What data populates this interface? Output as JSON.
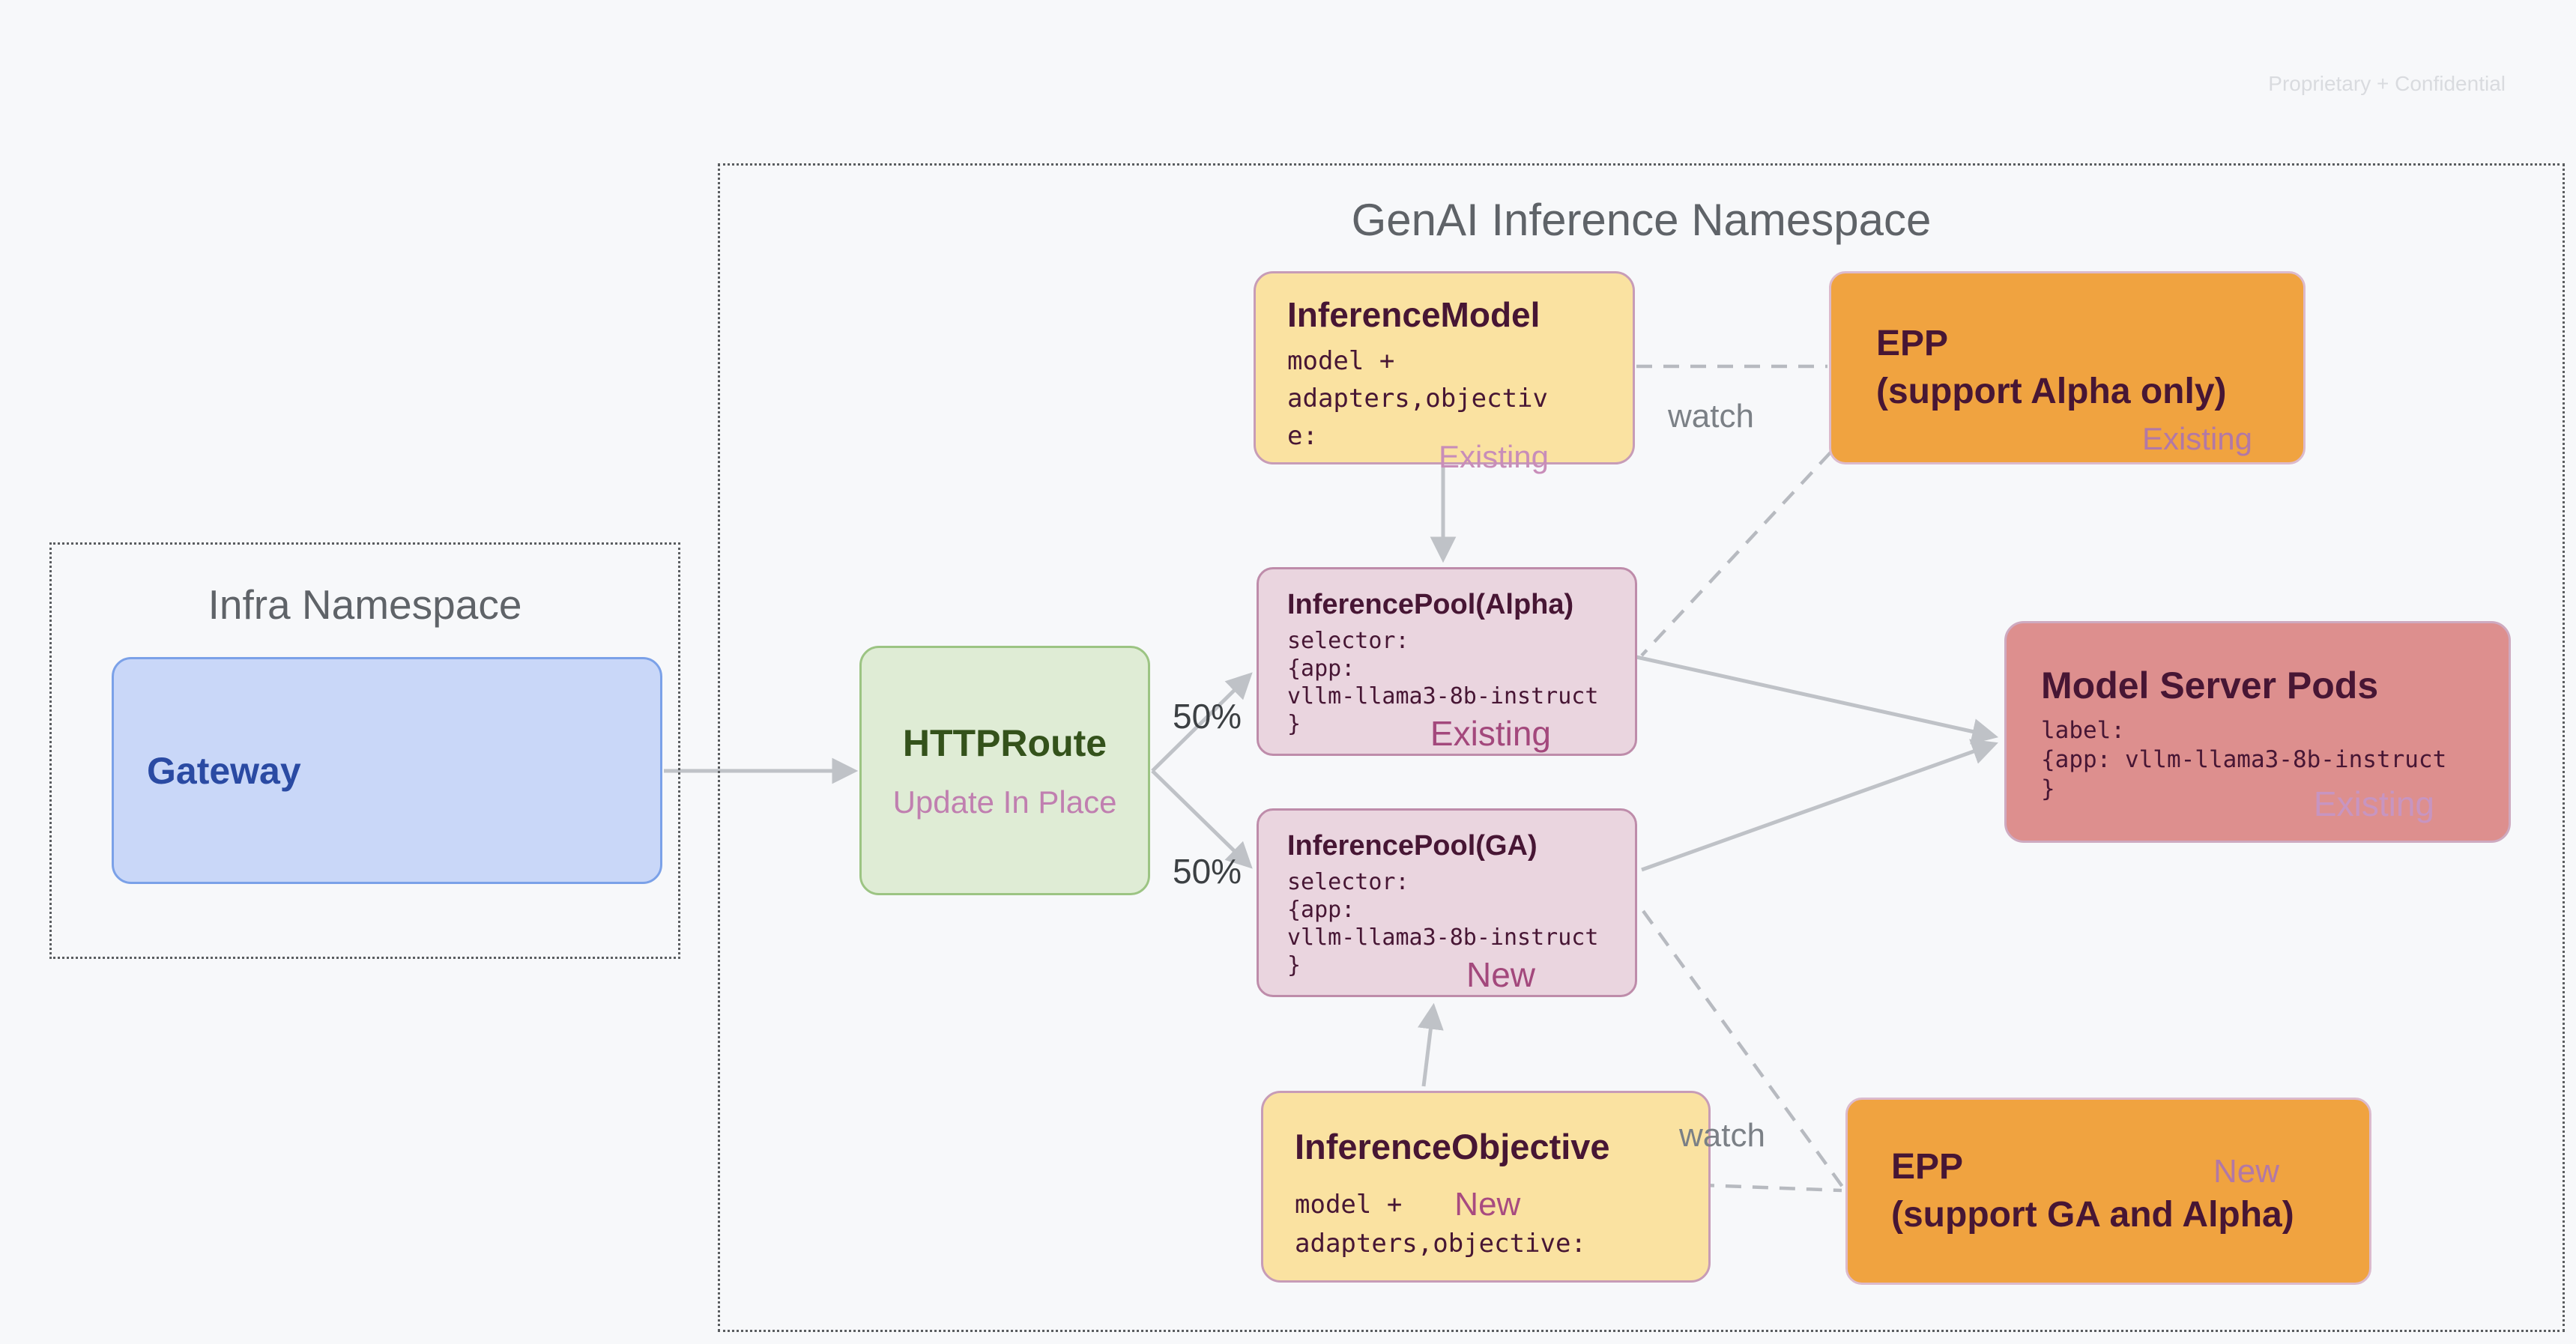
{
  "watermark": "Proprietary + Confidential",
  "namespaces": {
    "infra": {
      "title": "Infra Namespace"
    },
    "genai": {
      "title": "GenAI Inference Namespace"
    }
  },
  "nodes": {
    "gateway": {
      "title": "Gateway"
    },
    "httproute": {
      "title": "HTTPRoute",
      "subtitle": "Update In Place"
    },
    "inference_model": {
      "title": "InferenceModel",
      "code": "model +\nadapters,objectiv\ne:",
      "badge": "Existing"
    },
    "epp_alpha": {
      "title": "EPP",
      "subtitle": "(support Alpha only)",
      "badge": "Existing"
    },
    "pool_alpha": {
      "title": "InferencePool(Alpha)",
      "code": "selector:\n{app:\nvllm-llama3-8b-instruct\n}",
      "badge": "Existing"
    },
    "pool_ga": {
      "title": "InferencePool(GA)",
      "code": "selector:\n{app:\nvllm-llama3-8b-instruct\n}",
      "badge": "New"
    },
    "model_server_pods": {
      "title": "Model Server Pods",
      "code": "label:\n{app: vllm-llama3-8b-instruct\n}",
      "badge": "Existing"
    },
    "inference_objective": {
      "title": "InferenceObjective",
      "code_line1": "model +",
      "code_line2": "adapters,objective:",
      "badge": "New"
    },
    "epp_ga": {
      "title": "EPP",
      "subtitle": "(support GA and Alpha)",
      "badge": "New"
    }
  },
  "edge_labels": {
    "split_top": "50%",
    "split_bottom": "50%",
    "watch_top": "watch",
    "watch_bottom": "watch"
  },
  "colors": {
    "bg": "#F7F8FA",
    "ink": "#5F6368",
    "faint": "#D9DBDF",
    "blue_fill": "#C9D7F8",
    "blue_border": "#7BA1E8",
    "blue_text": "#2A4AA3",
    "green_fill": "#DFECD5",
    "green_border": "#9CC483",
    "green_text": "#34521B",
    "yellow_fill": "#FAE2A1",
    "plum_border": "#C79CB7",
    "mauve_fill": "#EAD5DF",
    "mauve_border": "#BE8CAA",
    "orange_fill": "#F0A340",
    "orange_border": "#DCBACC",
    "salmon_fill": "#DD8F8E",
    "salmon_border": "#CEAAC0",
    "dark_text": "#471634",
    "label_pink": "#C07FB0",
    "badge_light": "#C88DB9",
    "badge_dark": "#A3487C",
    "badge_orange": "#B278A6",
    "badge_pods": "#C795C1",
    "badge_new_inline": "#A84B80",
    "arrow": "#BFC2C7",
    "dash": "#B7BAC0",
    "gray_label": "#7B8086",
    "pct_label": "#3C4043",
    "dots": "#5A5D60"
  }
}
